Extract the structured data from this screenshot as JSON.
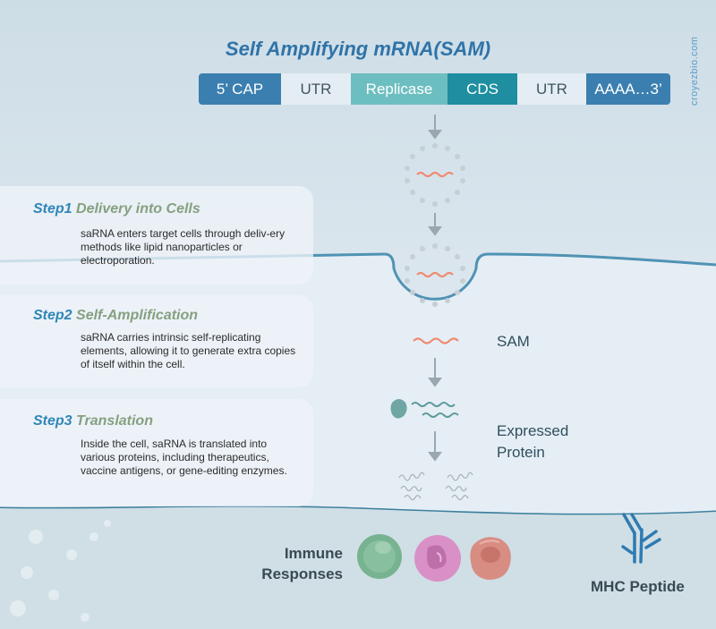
{
  "title": "Self Amplifying mRNA(SAM)",
  "credit": "croyezbio.com",
  "construct": [
    {
      "label": "5’ CAP",
      "bg": "#3b7fb0",
      "fg": "#ffffff"
    },
    {
      "label": "UTR",
      "bg": "#e4edf3",
      "fg": "#3f5560"
    },
    {
      "label": "Replicase",
      "bg": "#6dbec0",
      "fg": "#ffffff"
    },
    {
      "label": "CDS",
      "bg": "#1e8ea0",
      "fg": "#ffffff"
    },
    {
      "label": "UTR",
      "bg": "#e4edf3",
      "fg": "#3f5560"
    },
    {
      "label": "AAAA…3’",
      "bg": "#3b7fb0",
      "fg": "#ffffff"
    }
  ],
  "steps": [
    {
      "num": "Step1",
      "name": "Delivery into Cells",
      "desc": "saRNA enters target cells through deliv-ery methods like lipid nanoparticles or electroporation."
    },
    {
      "num": "Step2",
      "name": "Self-Amplification",
      "desc": "saRNA carries intrinsic self-replicating elements, allowing it to generate extra copies of itself within the cell."
    },
    {
      "num": "Step3",
      "name": "Translation",
      "desc": "Inside the cell, saRNA is translated into various proteins, including therapeutics, vaccine antigens, or gene-editing enzymes."
    }
  ],
  "labels": {
    "sam": "SAM",
    "expressed_1": "Expressed",
    "expressed_2": "Protein",
    "immune_1": "Immune",
    "immune_2": "Responses",
    "mhc": "MHC Peptide"
  },
  "colors": {
    "accent": "#2e86b8",
    "rna": "#f08a72",
    "teal": "#5e9c9c",
    "membrane": "#4f93b4"
  }
}
